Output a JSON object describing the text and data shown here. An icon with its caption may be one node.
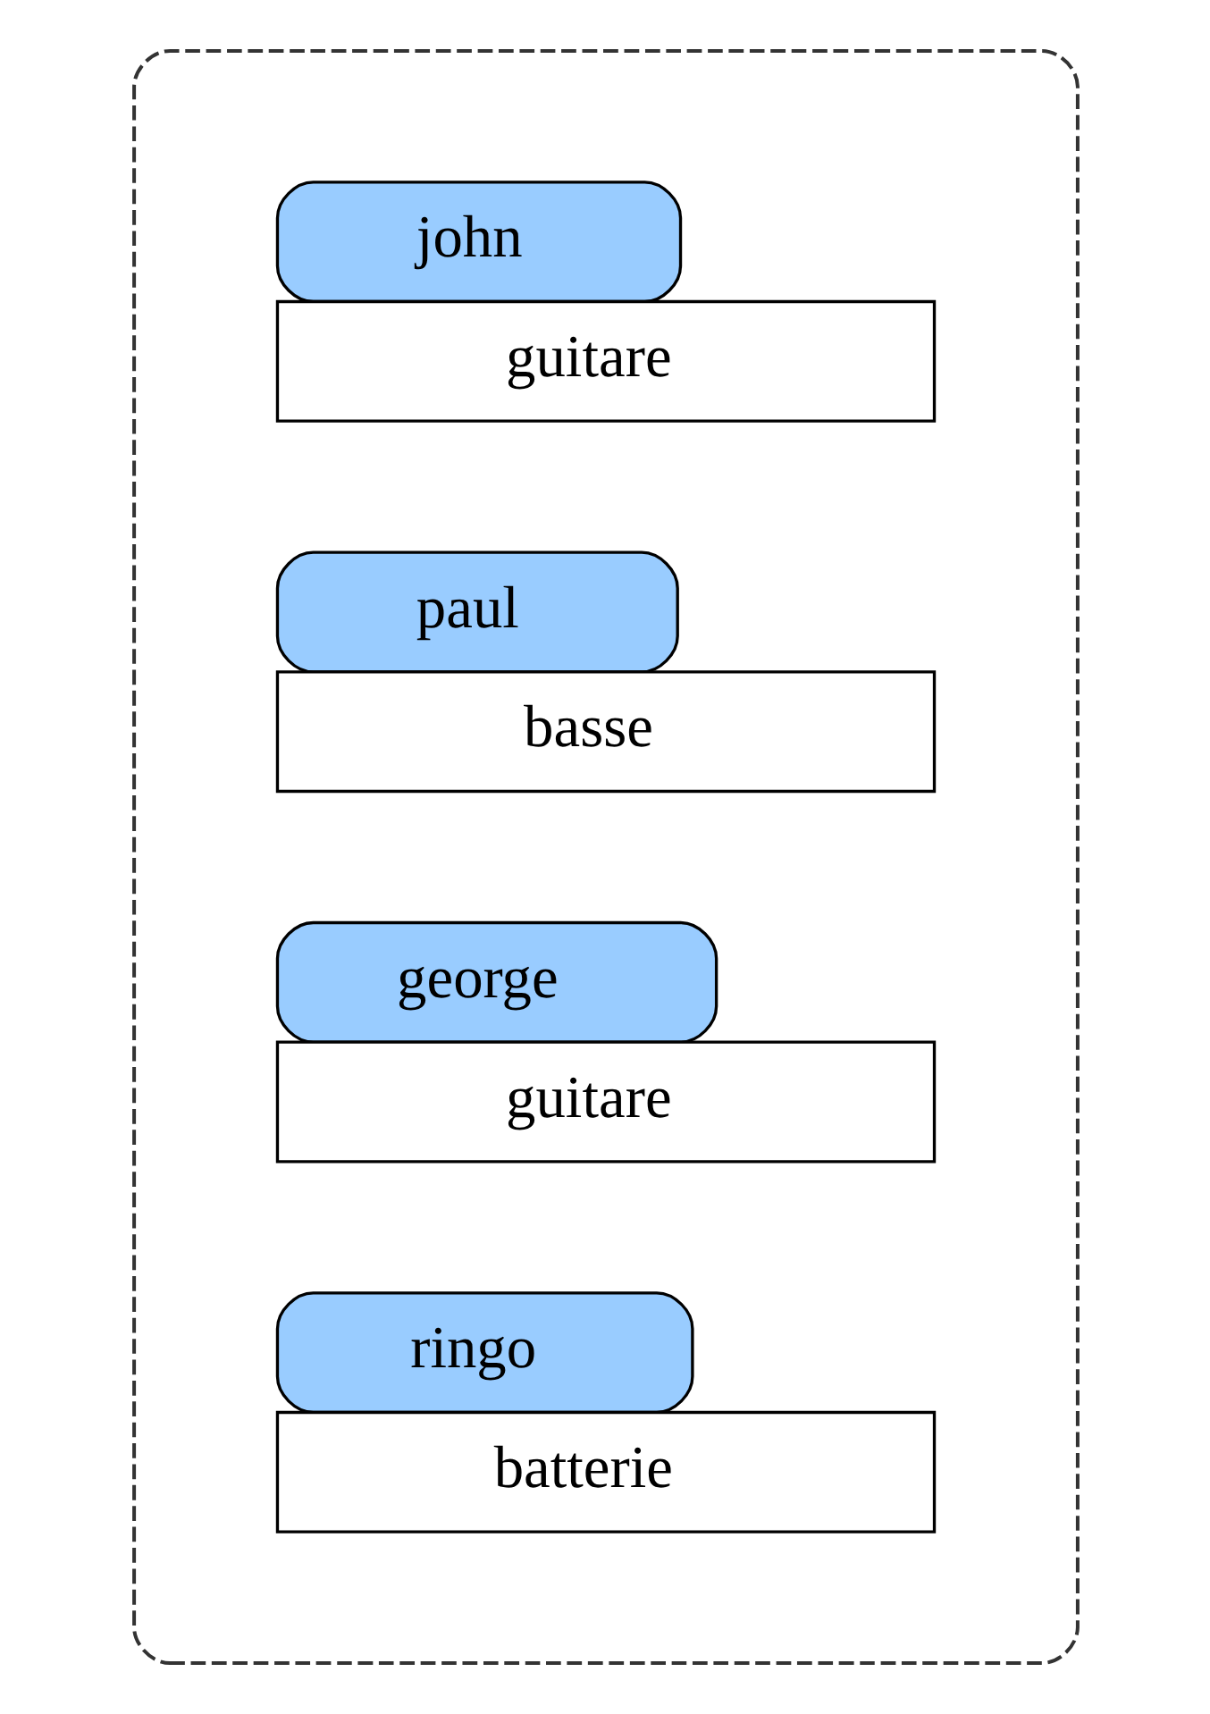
{
  "diagram": {
    "nodes": [
      {
        "text": [],
        "shape": "cloud"
      },
      {
        "text": [
          "john",
          "guitare"
        ],
        "in": 0
      },
      {
        "text": [
          "paul",
          "basse"
        ],
        "in": 0
      },
      {
        "text": [
          "george",
          "guitare"
        ],
        "in": 0
      },
      {
        "text": [
          "ringo",
          "batterie"
        ],
        "in": 0
      }
    ],
    "edges": []
  }
}
